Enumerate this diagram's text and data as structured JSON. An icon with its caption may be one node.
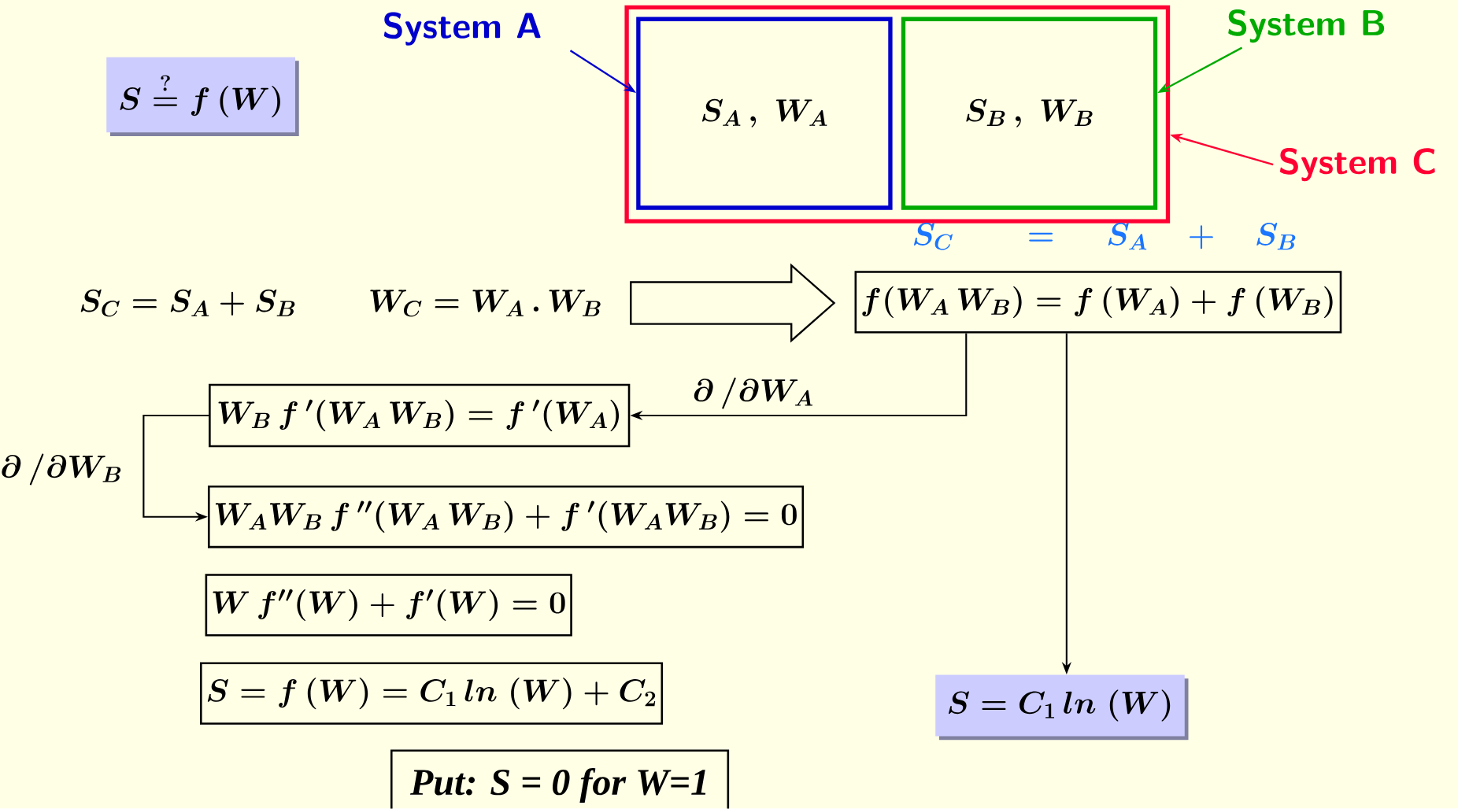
{
  "diagram": {
    "nodes": [
      {
        "text": [
          "S \\stackrel{?}{=} f\\,(W)"
        ]
      },
      {
        "text": [
          "System A"
        ]
      },
      {
        "text": [],
        "shape": "box"
      },
      {
        "text": [
          "S_A\\,,\\; W_A"
        ],
        "in": 2
      },
      {
        "text": [
          "S_B\\,,\\; W_B"
        ],
        "in": 2
      },
      {
        "text": [
          "System B"
        ]
      },
      {
        "text": [
          "System C"
        ]
      },
      {
        "text": [
          "S_C = S_A + S_B"
        ]
      },
      {
        "text": [
          "W_C = W_A \\,.\\, W_B"
        ]
      },
      {
        "text": [
          "f(W_A\\,W_B) = f\\,(W_A) + f\\,(W_B)"
        ],
        "beside": [
          "S_C \\qquad = \\quad\\; S_A \\quad + \\quad S_B"
        ]
      },
      {
        "text": [
          "W_B\\,f\\,'(W_A\\,W_B) = f\\,'(W_A)"
        ]
      },
      {
        "text": [
          "W_A W_B\\,f\\,''(W_A\\,W_B) + f\\,'(W_A W_B) = 0"
        ]
      },
      {
        "text": [
          "W\\,f''(W) + f'(W) = 0"
        ]
      },
      {
        "text": [
          "S = f\\,(W) = C_1\\,ln\\;(W) + C_2"
        ]
      },
      {
        "text": [
          "Put: S = 0 for W=1"
        ]
      },
      {
        "text": [
          "S = C_1\\,ln\\;(W)"
        ]
      }
    ],
    "edges": [
      {
        "from": 1,
        "to": 3,
        "arrow": "to",
        "color": "#0000cc"
      },
      {
        "from": 5,
        "to": 4,
        "arrow": "to",
        "color": "#00aa00"
      },
      {
        "from": 6,
        "to": 2,
        "arrow": "to",
        "color": "#ff0033"
      },
      {
        "from": 8,
        "to": 9,
        "arrow": "to",
        "style": "thick"
      },
      {
        "from": 9,
        "to": 10,
        "arrow": "to",
        "label": "\\partial\\, /\\partial W_A"
      },
      {
        "from": 10,
        "to": 11,
        "arrow": "to",
        "label": "\\partial\\, /\\partial W_B"
      },
      {
        "from": 9,
        "to": 15,
        "arrow": "to"
      }
    ]
  }
}
